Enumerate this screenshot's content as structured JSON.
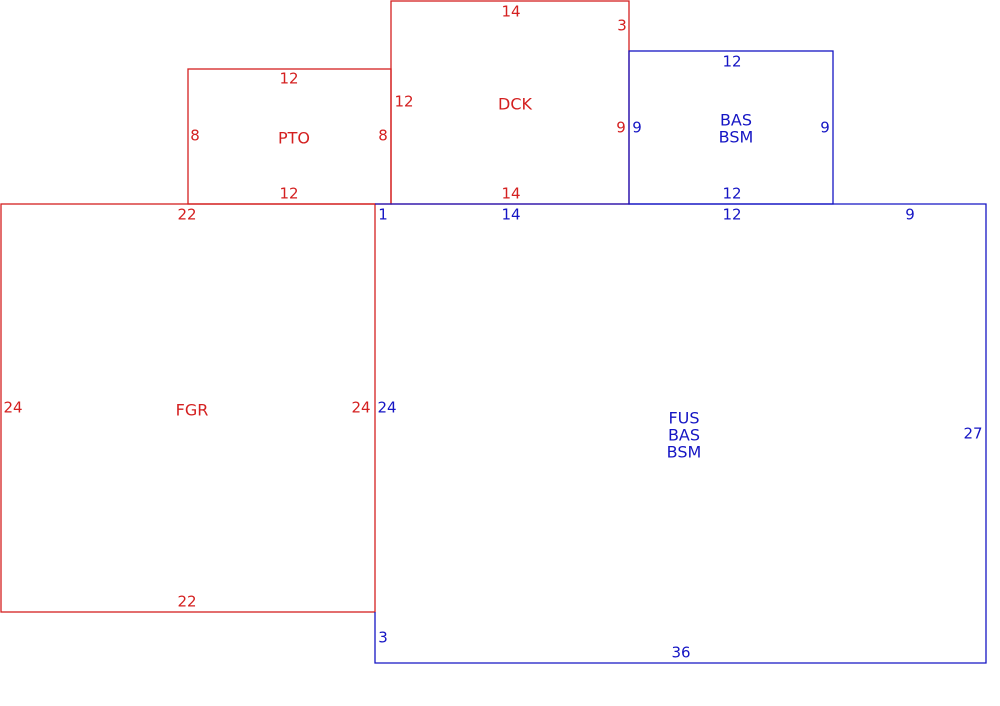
{
  "colors": {
    "red": "#d42020",
    "blue": "#1515c4",
    "background": "#ffffff"
  },
  "areas": {
    "pto": {
      "lines": [
        "PTO"
      ],
      "dims": {
        "top": "12",
        "bottom": "12",
        "left": "8",
        "right": "8"
      }
    },
    "dck": {
      "lines": [
        "DCK"
      ],
      "dims": {
        "top": "14",
        "bottom": "14",
        "left": "12",
        "right": "9",
        "corner": "3"
      }
    },
    "bas_small": {
      "lines": [
        "BAS",
        "BSM"
      ],
      "dims": {
        "top": "12",
        "bottom": "12",
        "left": "9",
        "right": "9"
      }
    },
    "fgr": {
      "lines": [
        "FGR"
      ],
      "dims": {
        "top": "22",
        "bottom": "22",
        "left": "24",
        "right": "24"
      }
    },
    "fus": {
      "lines": [
        "FUS",
        "BAS",
        "BSM"
      ],
      "dims": {
        "top_left": "1",
        "top_a": "14",
        "top_b": "12",
        "top_c": "9",
        "left": "24",
        "left_lower": "3",
        "right": "27",
        "bottom": "36"
      }
    }
  }
}
